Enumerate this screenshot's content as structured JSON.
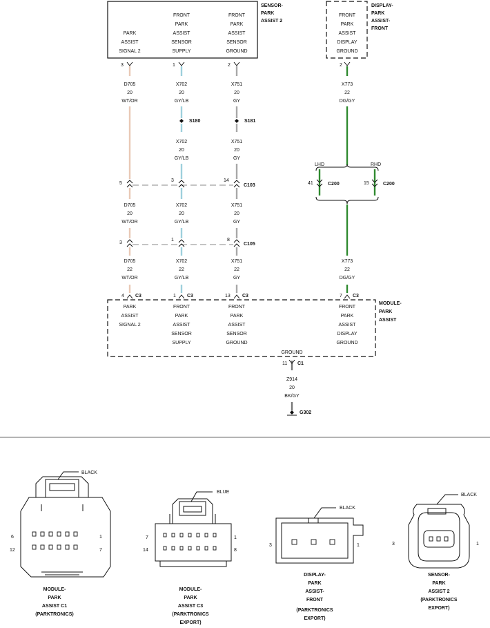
{
  "components": {
    "sensor2": {
      "title": [
        "SENSOR-",
        "PARK",
        "ASSIST 2"
      ]
    },
    "display": {
      "title": [
        "DISPLAY-",
        "PARK",
        "ASSIST-",
        "FRONT"
      ]
    },
    "module": {
      "title": [
        "MODULE-",
        "PARK",
        "ASSIST"
      ]
    }
  },
  "sensor_pins": [
    {
      "label": [
        "PARK",
        "ASSIST",
        "SIGNAL 2"
      ],
      "pin": "3"
    },
    {
      "label": [
        "FRONT",
        "PARK",
        "ASSIST",
        "SENSOR",
        "SUPPLY"
      ],
      "pin": "1"
    },
    {
      "label": [
        "FRONT",
        "PARK",
        "ASSIST",
        "SENSOR",
        "GROUND"
      ],
      "pin": "2"
    }
  ],
  "display_pin": {
    "label": [
      "FRONT",
      "PARK",
      "ASSIST",
      "DISPLAY",
      "GROUND"
    ],
    "pin": "2"
  },
  "wires": [
    {
      "color": "#e9c9b6",
      "segments": [
        [
          "D705",
          "20",
          "WT/OR"
        ],
        [
          "D705",
          "20",
          "WT/OR"
        ],
        [
          "D705",
          "22",
          "WT/OR"
        ]
      ]
    },
    {
      "color": "#9ed0dc",
      "segments": [
        [
          "X702",
          "20",
          "GY/LB"
        ],
        [
          "X702",
          "20",
          "GY/LB"
        ],
        [
          "X702",
          "20",
          "GY/LB"
        ],
        [
          "X702",
          "22",
          "GY/LB"
        ]
      ]
    },
    {
      "color": "#a7a7a7",
      "segments": [
        [
          "X751",
          "20",
          "GY"
        ],
        [
          "X751",
          "20",
          "GY"
        ],
        [
          "X751",
          "20",
          "GY"
        ],
        [
          "X751",
          "22",
          "GY"
        ]
      ]
    },
    {
      "color": "#2f8a2f",
      "segments": [
        [
          "X773",
          "22",
          "DG/GY"
        ],
        [
          "X773",
          "22",
          "DG/GY"
        ]
      ]
    }
  ],
  "splices": [
    "S180",
    "S181"
  ],
  "inline_connectors": {
    "c103": {
      "name": "C103",
      "pins": [
        "5",
        "3",
        "14"
      ]
    },
    "c105": {
      "name": "C105",
      "pins": [
        "3",
        "1",
        "8"
      ]
    },
    "c200": {
      "name": "C200",
      "variants": [
        {
          "option": "LHD",
          "pin": "41"
        },
        {
          "option": "RHD",
          "pin": "15"
        }
      ]
    }
  },
  "module_pins": [
    {
      "pin": "4",
      "conn": "C3",
      "label": [
        "PARK",
        "ASSIST",
        "SIGNAL 2"
      ]
    },
    {
      "pin": "1",
      "conn": "C3",
      "label": [
        "FRONT",
        "PARK",
        "ASSIST",
        "SENSOR",
        "SUPPLY"
      ]
    },
    {
      "pin": "13",
      "conn": "C3",
      "label": [
        "FRONT",
        "PARK",
        "ASSIST",
        "SENSOR",
        "GROUND"
      ]
    },
    {
      "pin": "7",
      "conn": "C3",
      "label": [
        "FRONT",
        "PARK",
        "ASSIST",
        "DISPLAY",
        "GROUND"
      ]
    }
  ],
  "ground": {
    "label": "GROUND",
    "pin": "11",
    "conn": "C1",
    "wire": [
      "Z914",
      "20",
      "BK/GY"
    ],
    "point": "G302"
  },
  "views": [
    {
      "color": "BLACK",
      "pins_left": [
        "6",
        "12"
      ],
      "pins_right": [
        "1",
        "7"
      ],
      "caption": [
        "MODULE-",
        "PARK",
        "ASSIST C1",
        "(PARKTRONICS)"
      ]
    },
    {
      "color": "BLUE",
      "pins_left": [
        "7",
        "14"
      ],
      "pins_right": [
        "1",
        "8"
      ],
      "caption": [
        "MODULE-",
        "PARK",
        "ASSIST C3",
        "(PARKTRONICS",
        "EXPORT)"
      ]
    },
    {
      "color": "BLACK",
      "pins_left": [
        "3"
      ],
      "pins_right": [
        "1"
      ],
      "caption": [
        "DISPLAY-",
        "PARK",
        "ASSIST-",
        "FRONT",
        "(PARKTRONICS",
        "EXPORT)"
      ]
    },
    {
      "color": "BLACK",
      "pins_left": [
        "3"
      ],
      "pins_right": [
        "1"
      ],
      "caption": [
        "SENSOR-",
        "PARK",
        "ASSIST 2",
        "(PARKTRONICS",
        "EXPORT)"
      ]
    }
  ]
}
